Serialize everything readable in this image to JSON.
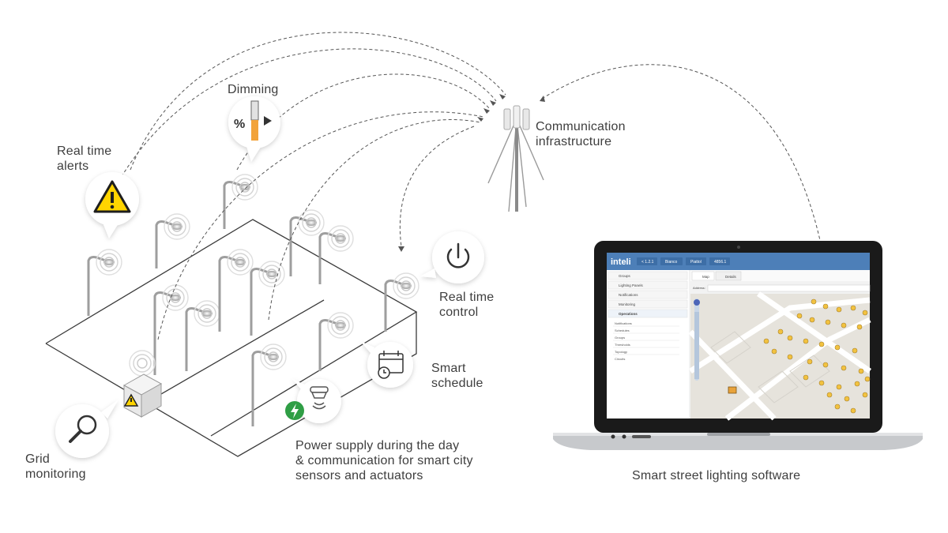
{
  "labels": {
    "dimming": "Dimming",
    "alerts": [
      "Real time",
      "alerts"
    ],
    "infra": [
      "Communication",
      "infrastructure"
    ],
    "control": [
      "Real time",
      "control"
    ],
    "schedule": [
      "Smart",
      "schedule"
    ],
    "grid": [
      "Grid",
      "monitoring"
    ],
    "power": [
      "Power supply during the day",
      "& communication for smart city",
      "sensors and actuators"
    ],
    "software": "Smart street lighting software"
  },
  "icons": {
    "dimming_percent": "%"
  },
  "software_ui": {
    "logo": "inteli",
    "toolbar": [
      "< 1.2.1",
      "Bianco",
      "Piattol",
      "4856.1"
    ],
    "menu": [
      "Groups",
      "Lighting Panels",
      "Notifications",
      "Monitoring",
      "Operations"
    ],
    "submenu": [
      "Notifications",
      "Schedules",
      "Groups",
      "Thresholds",
      "Topology",
      "Circuits"
    ],
    "tabs": [
      "Map",
      "Details"
    ],
    "address_label": "Address:"
  },
  "colors": {
    "text": "#3e3e3e",
    "accent_orange": "#f2a33a",
    "warning_yellow": "#ffd400",
    "power_green": "#2f9e45",
    "ui_header_blue": "#4d7fb8"
  }
}
